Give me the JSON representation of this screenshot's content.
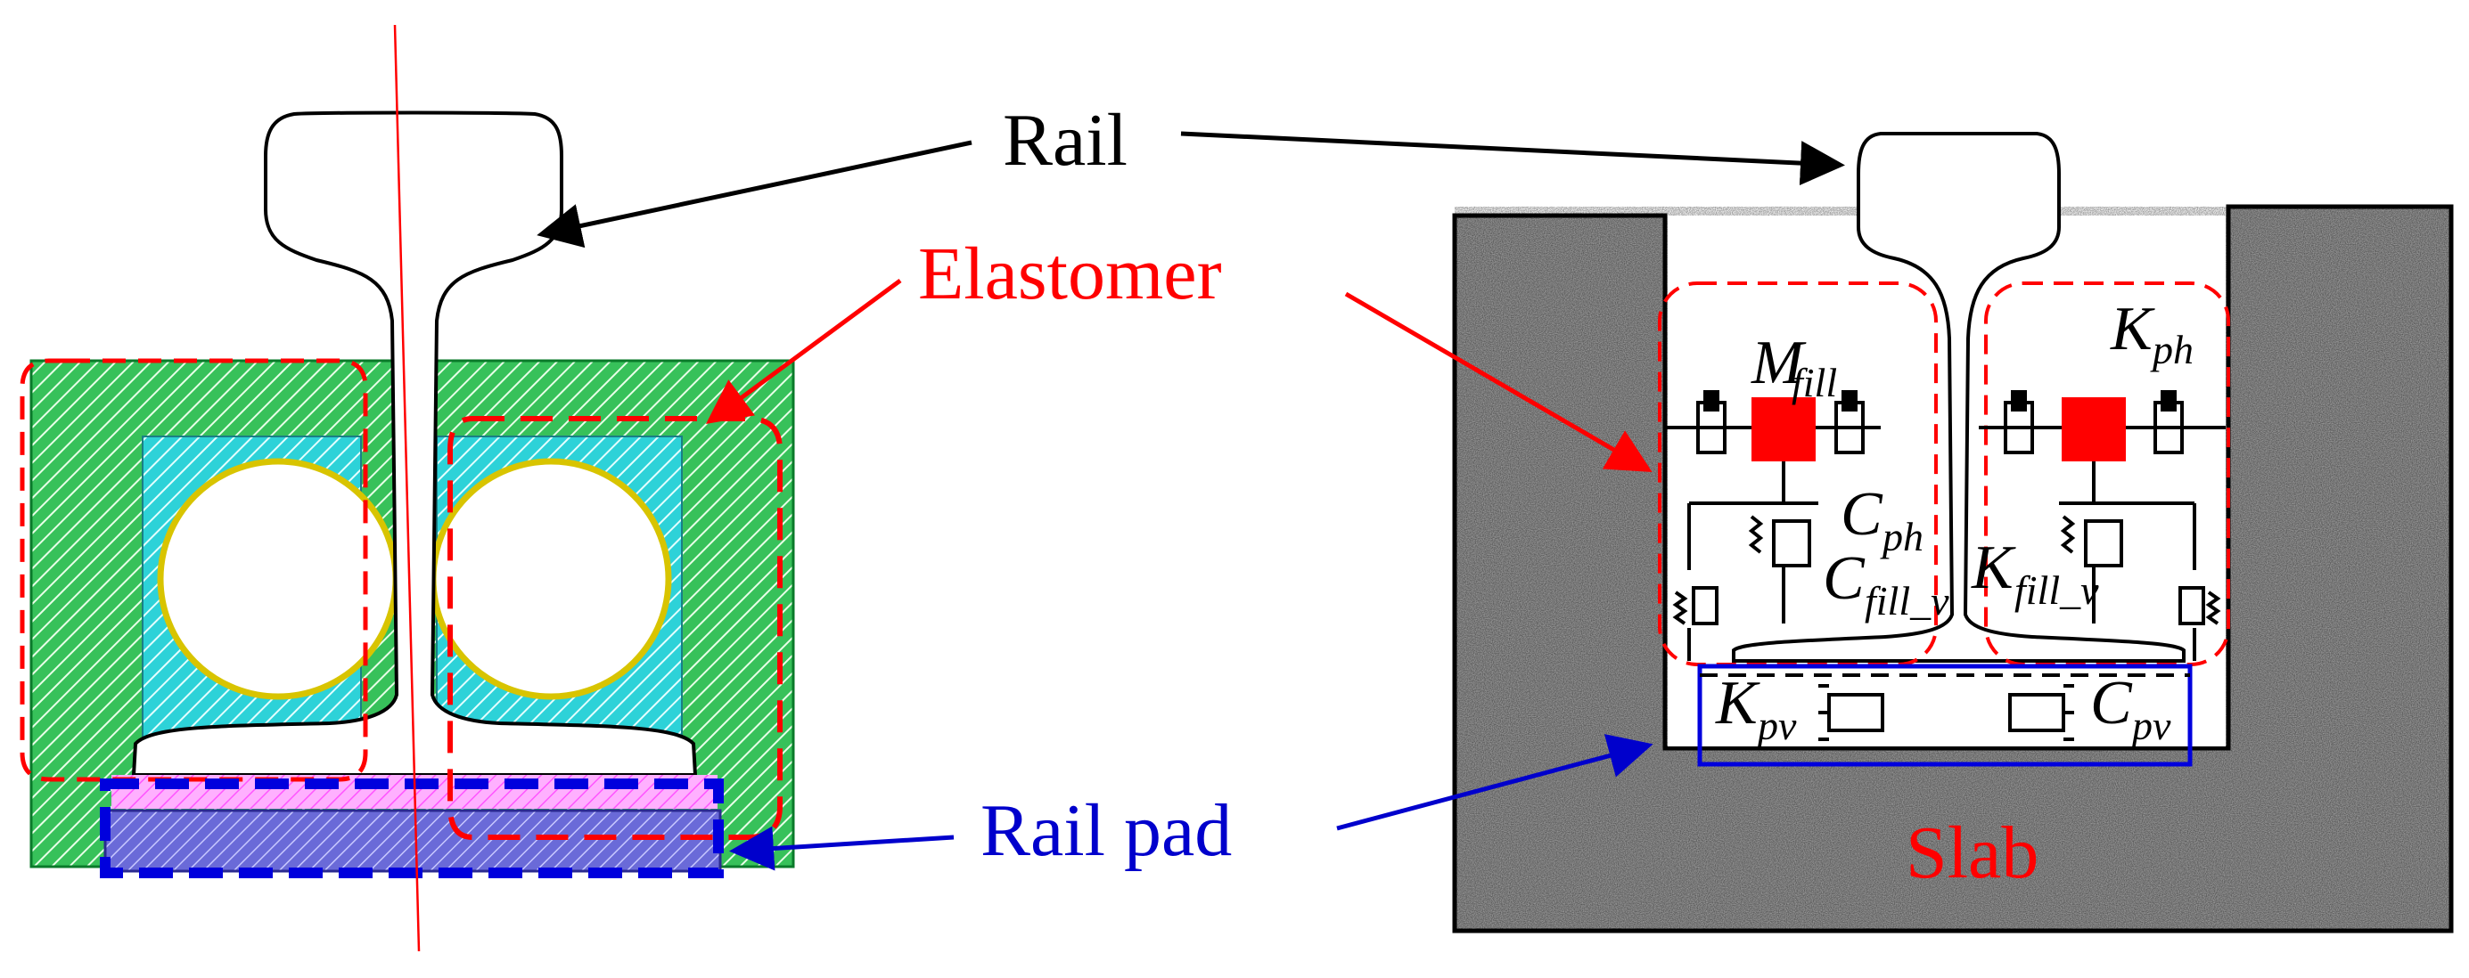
{
  "labels": {
    "rail": "Rail",
    "elastomer": "Elastomer",
    "rail_pad": "Rail pad",
    "slab": "Slab"
  },
  "symbols": {
    "m_fill": {
      "main": "M",
      "sub": "fill"
    },
    "k_ph": {
      "main": "K",
      "sub": "ph"
    },
    "c_ph": {
      "main": "C",
      "sub": "ph"
    },
    "c_fill_v": {
      "main": "C",
      "sub": "fill_v"
    },
    "k_fill_v": {
      "main": "K",
      "sub": "fill_v"
    },
    "k_pv": {
      "main": "K",
      "sub": "pv"
    },
    "c_pv": {
      "main": "C",
      "sub": "pv"
    }
  },
  "colors": {
    "rail_label": "#000000",
    "elastomer_label": "#ff0000",
    "rail_pad_label": "#0000cc",
    "slab_label": "#ff0000",
    "green_hatch": "#22b14c",
    "cyan_hatch": "#1ec8d0",
    "pink_hatch": "#ff77ff",
    "purple_hatch": "#5050c8",
    "mass_block": "#ff0000",
    "elastomer_outline": "#ff0000",
    "pad_outline": "#0000ff",
    "slab_fill": "#9a9a9a"
  }
}
